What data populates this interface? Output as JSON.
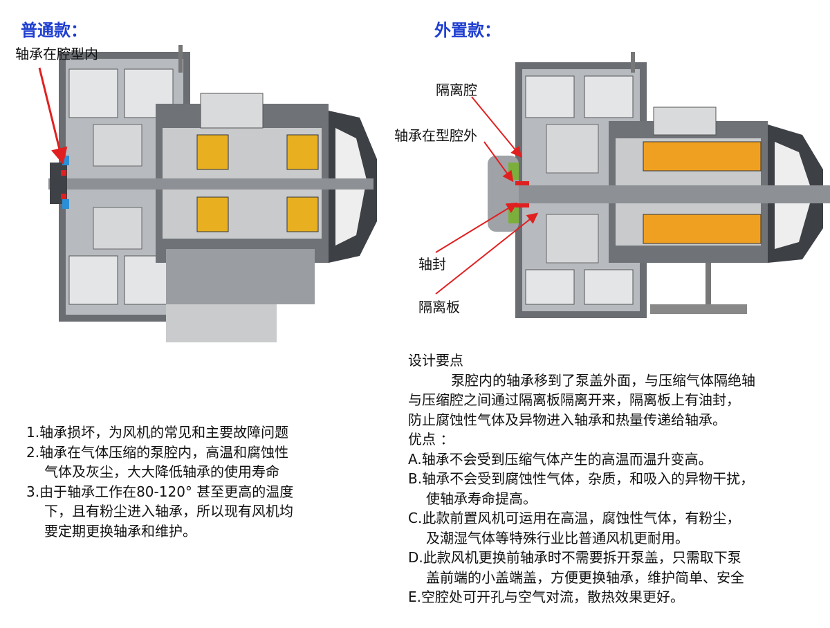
{
  "left": {
    "title": "普通款：",
    "label_bearing": "轴承在腔型内",
    "notes": [
      "1.轴承损坏，为风机的常见和主要故障问题",
      "2.轴承在气体压缩的泵腔内，高温和腐蚀性",
      "气体及灰尘，大大降低轴承的使用寿命",
      "3.由于轴承工作在80-120° 甚至更高的温度",
      "下，且有粉尘进入轴承，所以现有风机均",
      "要定期更换轴承和维护。"
    ]
  },
  "right": {
    "title": "外置款：",
    "labels": {
      "isolation_chamber": "隔离腔",
      "bearing_outside": "轴承在型腔外",
      "shaft_seal": "轴封",
      "isolation_plate": "隔离板"
    },
    "design_heading": "设计要点",
    "design_lines": [
      "泵腔内的轴承移到了泵盖外面，与压缩气体隔绝轴",
      "与压缩腔之间通过隔离板隔离开来，隔离板上有油封，",
      "防止腐蚀性气体及异物进入轴承和热量传递给轴承。"
    ],
    "advantages_heading": "优点 ：",
    "advantages": [
      "A.轴承不会受到压缩气体产生的高温而温升变高。",
      "B.轴承不会受到腐蚀性气体，杂质，和吸入的异物干扰，",
      "使轴承寿命提高。",
      "C.此款前置风机可运用在高温，腐蚀性气体，有粉尘，",
      "及潮湿气体等特殊行业比普通风机更耐用。",
      "D.此款风机更换前轴承时不需要拆开泵盖，只需取下泵",
      "盖前端的小盖端盖，方便更换轴承，维护简单、安全",
      "E.空腔处可开孔与空气对流，散热效果更好。"
    ]
  },
  "colors": {
    "title": "#1f3fd0",
    "arrow": "#e02020",
    "metal": "#a9adb2",
    "dark": "#4a4d52",
    "coil": "#e8a020"
  }
}
